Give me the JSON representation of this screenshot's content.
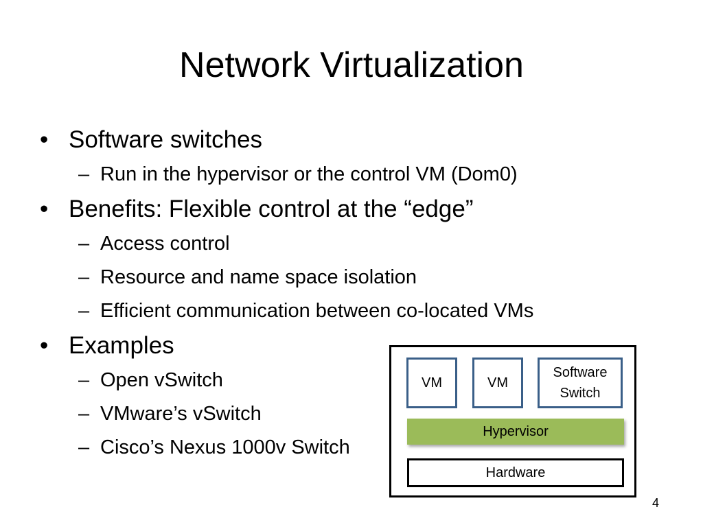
{
  "slide": {
    "title": "Network Virtualization",
    "page_number": "4",
    "bullet_marker": "•",
    "sub_marker": "–",
    "bullets": [
      {
        "text": "Software switches",
        "sub": [
          "Run in the hypervisor or the control VM (Dom0)"
        ]
      },
      {
        "text": "Benefits: Flexible control at the “edge”",
        "sub": [
          "Access control",
          "Resource and name space isolation",
          "Efficient communication between co-located VMs"
        ]
      },
      {
        "text": "Examples",
        "sub": [
          "Open vSwitch",
          "VMware’s vSwitch",
          "Cisco’s Nexus 1000v Switch"
        ]
      }
    ]
  },
  "diagram": {
    "vm1_label": "VM",
    "vm2_label": "VM",
    "switch_label": "Software\nSwitch",
    "hypervisor_label": "Hypervisor",
    "hardware_label": "Hardware",
    "colors": {
      "box_border": "#3a5f88",
      "hypervisor_fill": "#9bbb59",
      "outer_border": "#000000"
    }
  }
}
